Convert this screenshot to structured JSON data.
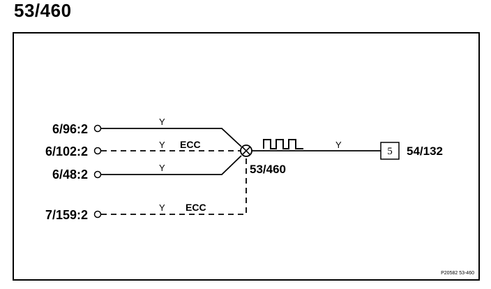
{
  "title": "53/460",
  "inputs": [
    {
      "label": "6/96:2",
      "wire": "Y",
      "style": "solid"
    },
    {
      "label": "6/102:2",
      "wire": "Y",
      "extra": "ECC",
      "style": "dashed"
    },
    {
      "label": "6/48:2",
      "wire": "Y",
      "style": "solid"
    },
    {
      "label": "7/159:2",
      "wire": "Y",
      "extra": "ECC",
      "style": "dashed"
    }
  ],
  "splice": {
    "label": "53/460"
  },
  "output": {
    "wire": "Y",
    "box_number": "5",
    "destination": "54/132"
  },
  "footer": "P20582 53-460"
}
